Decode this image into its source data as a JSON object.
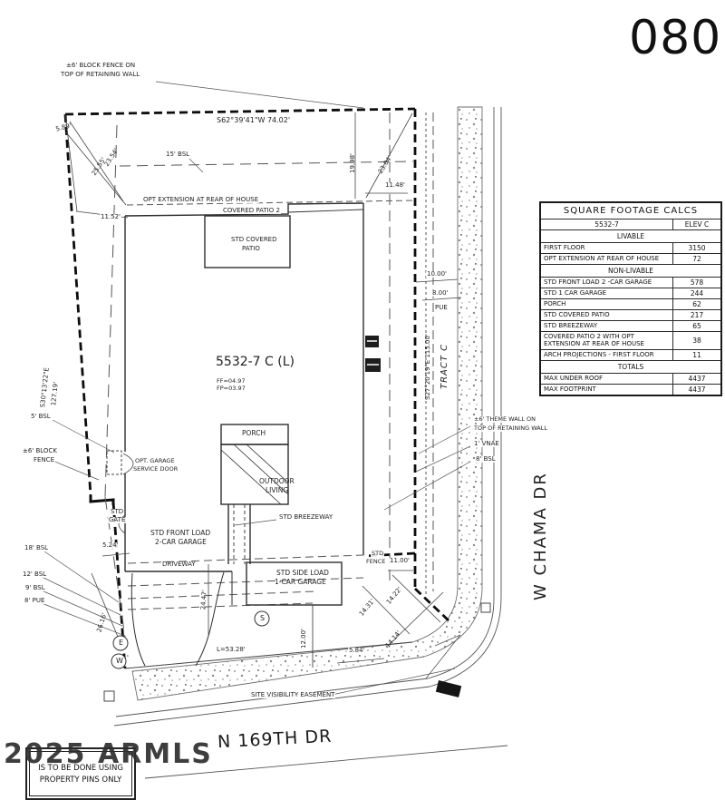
{
  "page": {
    "number": "080",
    "watermark": "2025 ARMLS"
  },
  "streets": {
    "right": "W CHAMA DR",
    "bottom": "N 169TH DR"
  },
  "note_box": {
    "line1": "IS TO BE DONE USING",
    "line2": "PROPERTY PINS ONLY"
  },
  "table": {
    "title": "SQUARE FOOTAGE CALCS",
    "rows": [
      {
        "type": "subheader",
        "label": "5532-7",
        "value": "ELEV C"
      },
      {
        "type": "section",
        "label": "LIVABLE"
      },
      {
        "type": "data",
        "label": "FIRST FLOOR",
        "value": "3150"
      },
      {
        "type": "data",
        "label": "OPT EXTENSION AT REAR OF HOUSE",
        "value": "72"
      },
      {
        "type": "section",
        "label": "NON-LIVABLE"
      },
      {
        "type": "data",
        "label": "STD FRONT LOAD 2 -CAR GARAGE",
        "value": "578"
      },
      {
        "type": "data",
        "label": "STD 1 CAR GARAGE",
        "value": "244"
      },
      {
        "type": "data",
        "label": "PORCH",
        "value": "62"
      },
      {
        "type": "data",
        "label": "STD COVERED PATIO",
        "value": "217"
      },
      {
        "type": "data",
        "label": "STD BREEZEWAY",
        "value": "65"
      },
      {
        "type": "data",
        "label": "COVERED PATIO 2 WITH OPT EXTENSION AT REAR OF HOUSE",
        "value": "38"
      },
      {
        "type": "data",
        "label": "ARCH PROJECTIONS - FIRST FLOOR",
        "value": "11"
      },
      {
        "type": "section",
        "label": "TOTALS"
      },
      {
        "type": "data",
        "label": "MAX UNDER ROOF",
        "value": "4437"
      },
      {
        "type": "data",
        "label": "MAX FOOTPRINT",
        "value": "4437"
      }
    ]
  },
  "plan": {
    "fence_note_top_1": "±6' BLOCK FENCE ON",
    "fence_note_top_2": "TOP OF RETAINING WALL",
    "dim_5_89": "5.89'",
    "bearing_top": "S62°39'41\"W 74.02'",
    "dim_23_54": "23.54'",
    "dim_25_55": "25.55'",
    "bsl_15": "15' BSL",
    "dim_19_98": "19.98'",
    "dim_23_04": "23.04'",
    "dim_11_48": "11.48'",
    "dim_11_52": "11.52'",
    "opt_extension": "OPT EXTENSION AT REAR OF HOUSE",
    "covered_patio_2": "COVERED PATIO 2",
    "std_covered_patio_1": "STD COVERED",
    "std_covered_patio_2": "PATIO",
    "dim_10_00": "10.00'",
    "dim_8_00": "8.00'",
    "pue": "PUE",
    "bearing_right": "S27°20'19\"E 115.00'",
    "tract_c": "TRACT C",
    "lot_label": "5532-7 C (L)",
    "ff": "FF=04.97",
    "fp": "FP=03.97",
    "bearing_left": "S30°13'22\"E",
    "bearing_left_len": "127.19'",
    "bsl_5": "5' BSL",
    "block_fence_1": "±6' BLOCK",
    "block_fence_2": "FENCE",
    "opt_garage_1": "OPT. GARAGE",
    "opt_garage_2": "SERVICE DOOR",
    "porch": "PORCH",
    "outdoor_living_1": "OUTDOOR",
    "outdoor_living_2": "LIVING",
    "std_breezeway": "STD BREEZEWAY",
    "std_gate_1": "STD",
    "std_gate_2": "GATE",
    "std_front_load_1": "STD FRONT LOAD",
    "std_front_load_2": "2-CAR GARAGE",
    "dim_5_24": "5.24'",
    "driveway": "DRIVEWAY",
    "bsl_18": "18' BSL",
    "bsl_12": "12' BSL",
    "bsl_9": "9' BSL",
    "pue_8": "8' PUE",
    "dim_26_16": "26.16'",
    "marker_e": "E",
    "marker_w": "W",
    "marker_s": "S",
    "dim_24_47": "24.47'",
    "std_side_load_1": "STD SIDE LOAD",
    "std_side_load_2": "1-CAR GARAGE",
    "dim_12_00": "12.00'",
    "arc_len": "L=53.28'",
    "dim_5_84": "5.84'",
    "dim_14_31": "14.31'",
    "dim_14_22": "14.22'",
    "dim_14_14": "14.14'",
    "std_fence_1": "STD",
    "std_fence_2": "FENCE",
    "dim_11_00": "11.00'",
    "theme_wall_1": "±6' THEME WALL ON",
    "theme_wall_2": "TOP OF RETAINING WALL",
    "vnae": "1' VNAE",
    "bsl_8": "8' BSL",
    "site_visibility": "SITE VISIBILITY EASEMENT"
  }
}
